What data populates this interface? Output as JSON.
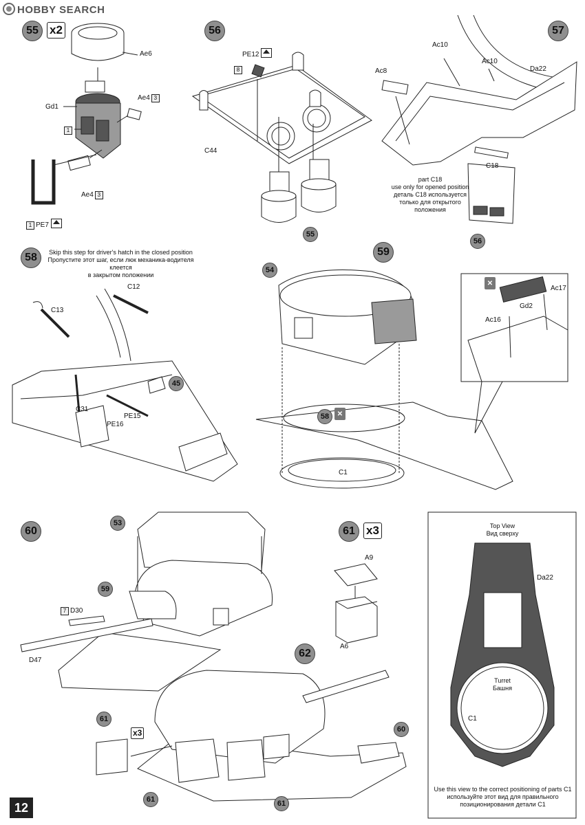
{
  "watermark": "HOBBY SEARCH",
  "page_number": "12",
  "steps": {
    "s55": {
      "number": "55",
      "multiplier": "x2",
      "labels": {
        "ae6": "Ae6",
        "gd1": "Gd1",
        "ae4a": "Ae4",
        "ae4a_qty": "3",
        "ae4b": "Ae4",
        "ae4b_qty": "3",
        "gd1_qty": "1",
        "pe7": "PE7",
        "pe7_qty": "1"
      }
    },
    "s56": {
      "number": "56",
      "labels": {
        "pe12": "PE12",
        "pe12_qty": "8",
        "c44": "C44",
        "sub55": "55"
      }
    },
    "s57": {
      "number": "57",
      "labels": {
        "ac10a": "Ac10",
        "ac10b": "Ac10",
        "ac8": "Ac8",
        "da22": "Da22",
        "c18": "C18",
        "sub56": "56"
      },
      "note": [
        "part C18",
        "use only for opened position",
        "деталь C18 используется",
        "только для открытого положения"
      ]
    },
    "s58": {
      "number": "58",
      "labels": {
        "c12": "C12",
        "c13": "C13",
        "c31": "C31",
        "pe16": "PE16",
        "pe15": "PE15",
        "sub45": "45"
      },
      "note": [
        "Skip this step for driver's hatch in the closed position",
        "Пропустите этот шаг, если люк механика-водителя клеется",
        "в закрытом положении"
      ]
    },
    "s59": {
      "number": "59",
      "labels": {
        "sub54": "54",
        "sub58": "58",
        "c1": "C1",
        "gd2": "Gd2",
        "ac17": "Ac17",
        "ac16": "Ac16"
      }
    },
    "s60": {
      "number": "60",
      "labels": {
        "sub53": "53",
        "sub59": "59",
        "d30": "D30",
        "d30_qty": "7",
        "d47": "D47"
      }
    },
    "s61": {
      "number": "61",
      "multiplier": "x3",
      "labels": {
        "a9": "A9",
        "a6": "A6"
      }
    },
    "s62": {
      "number": "62",
      "multiplier": "x3",
      "labels": {
        "sub61a": "61",
        "sub61b": "61",
        "sub61c": "61",
        "sub60": "60"
      }
    }
  },
  "top_view": {
    "title_en": "Top View",
    "title_ru": "Вид сверху",
    "da22": "Da22",
    "turret_en": "Turret",
    "turret_ru": "Башня",
    "c1": "C1",
    "caption": [
      "Use this view to the correct positioning of parts C1",
      "используйте этот вид для правильного",
      "позиционирования детали C1"
    ]
  }
}
